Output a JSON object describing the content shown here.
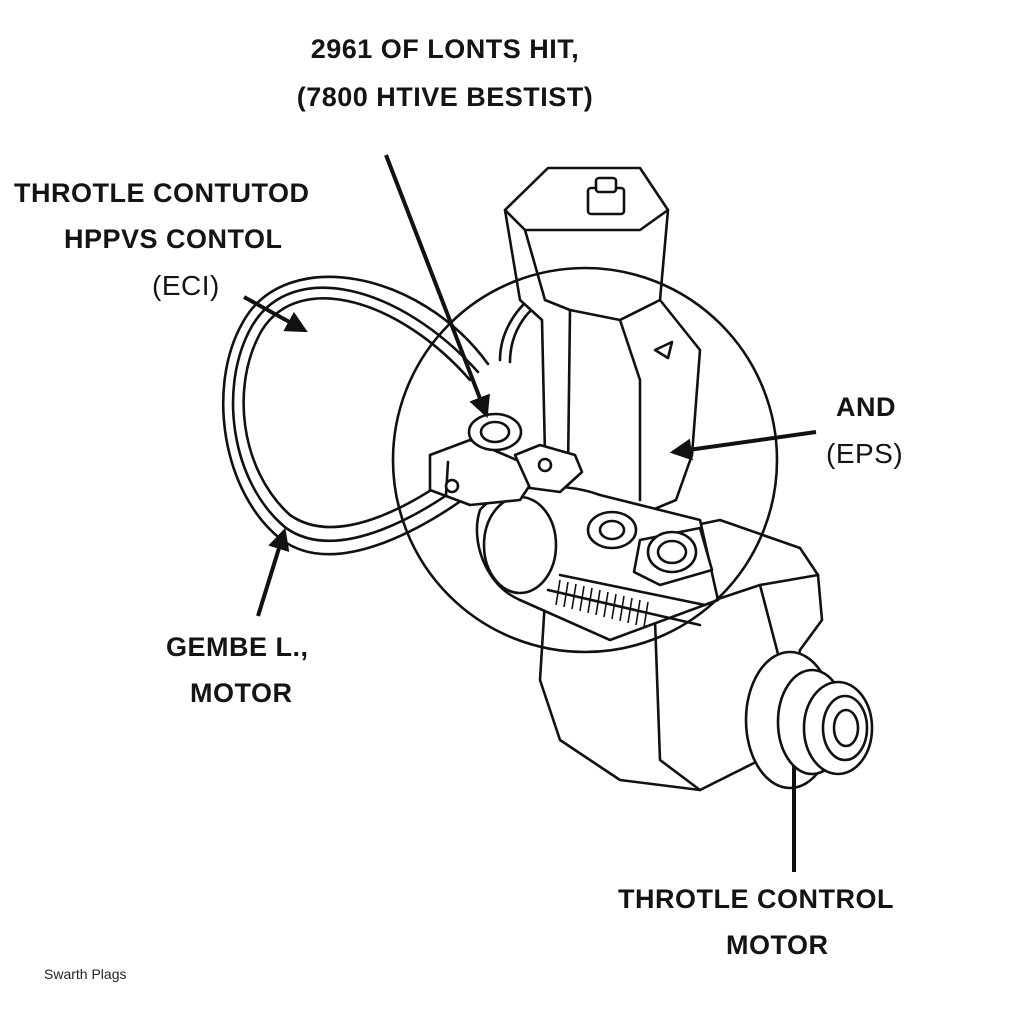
{
  "header": {
    "line1": "2961 OF LONTS HIT,",
    "line2": "(7800  HTIVE BESTIST)"
  },
  "labels": {
    "left_line1": "THROTLE CONTUTOD",
    "left_line2": "HPPVS CONTOL",
    "left_line3": "(ECI)",
    "right_line1": "AND",
    "right_line2": "(EPS)",
    "gm_line1": "GEMBE L.,",
    "gm_line2": "MOTOR",
    "bottom_line1": "THROTLE CONTROL",
    "bottom_line2": "MOTOR"
  },
  "watermark": "Swarth Plags",
  "colors": {
    "line": "#111111",
    "background": "#ffffff"
  }
}
